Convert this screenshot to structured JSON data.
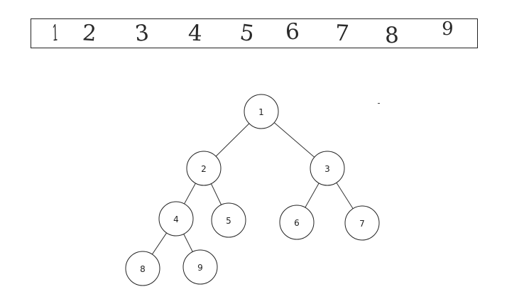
{
  "array": {
    "digits": [
      "1",
      "2",
      "3",
      "4",
      "5",
      "6",
      "7",
      "8",
      "9"
    ]
  },
  "tree": {
    "nodes": [
      {
        "id": "n1",
        "label": "1"
      },
      {
        "id": "n2",
        "label": "2"
      },
      {
        "id": "n3",
        "label": "3"
      },
      {
        "id": "n4",
        "label": "4"
      },
      {
        "id": "n5",
        "label": "5"
      },
      {
        "id": "n6",
        "label": "6"
      },
      {
        "id": "n7",
        "label": "7"
      },
      {
        "id": "n8",
        "label": "8"
      },
      {
        "id": "n9",
        "label": "9"
      }
    ],
    "edges": [
      [
        "n1",
        "n2"
      ],
      [
        "n1",
        "n3"
      ],
      [
        "n2",
        "n4"
      ],
      [
        "n2",
        "n5"
      ],
      [
        "n3",
        "n6"
      ],
      [
        "n3",
        "n7"
      ],
      [
        "n4",
        "n8"
      ],
      [
        "n4",
        "n9"
      ]
    ]
  }
}
